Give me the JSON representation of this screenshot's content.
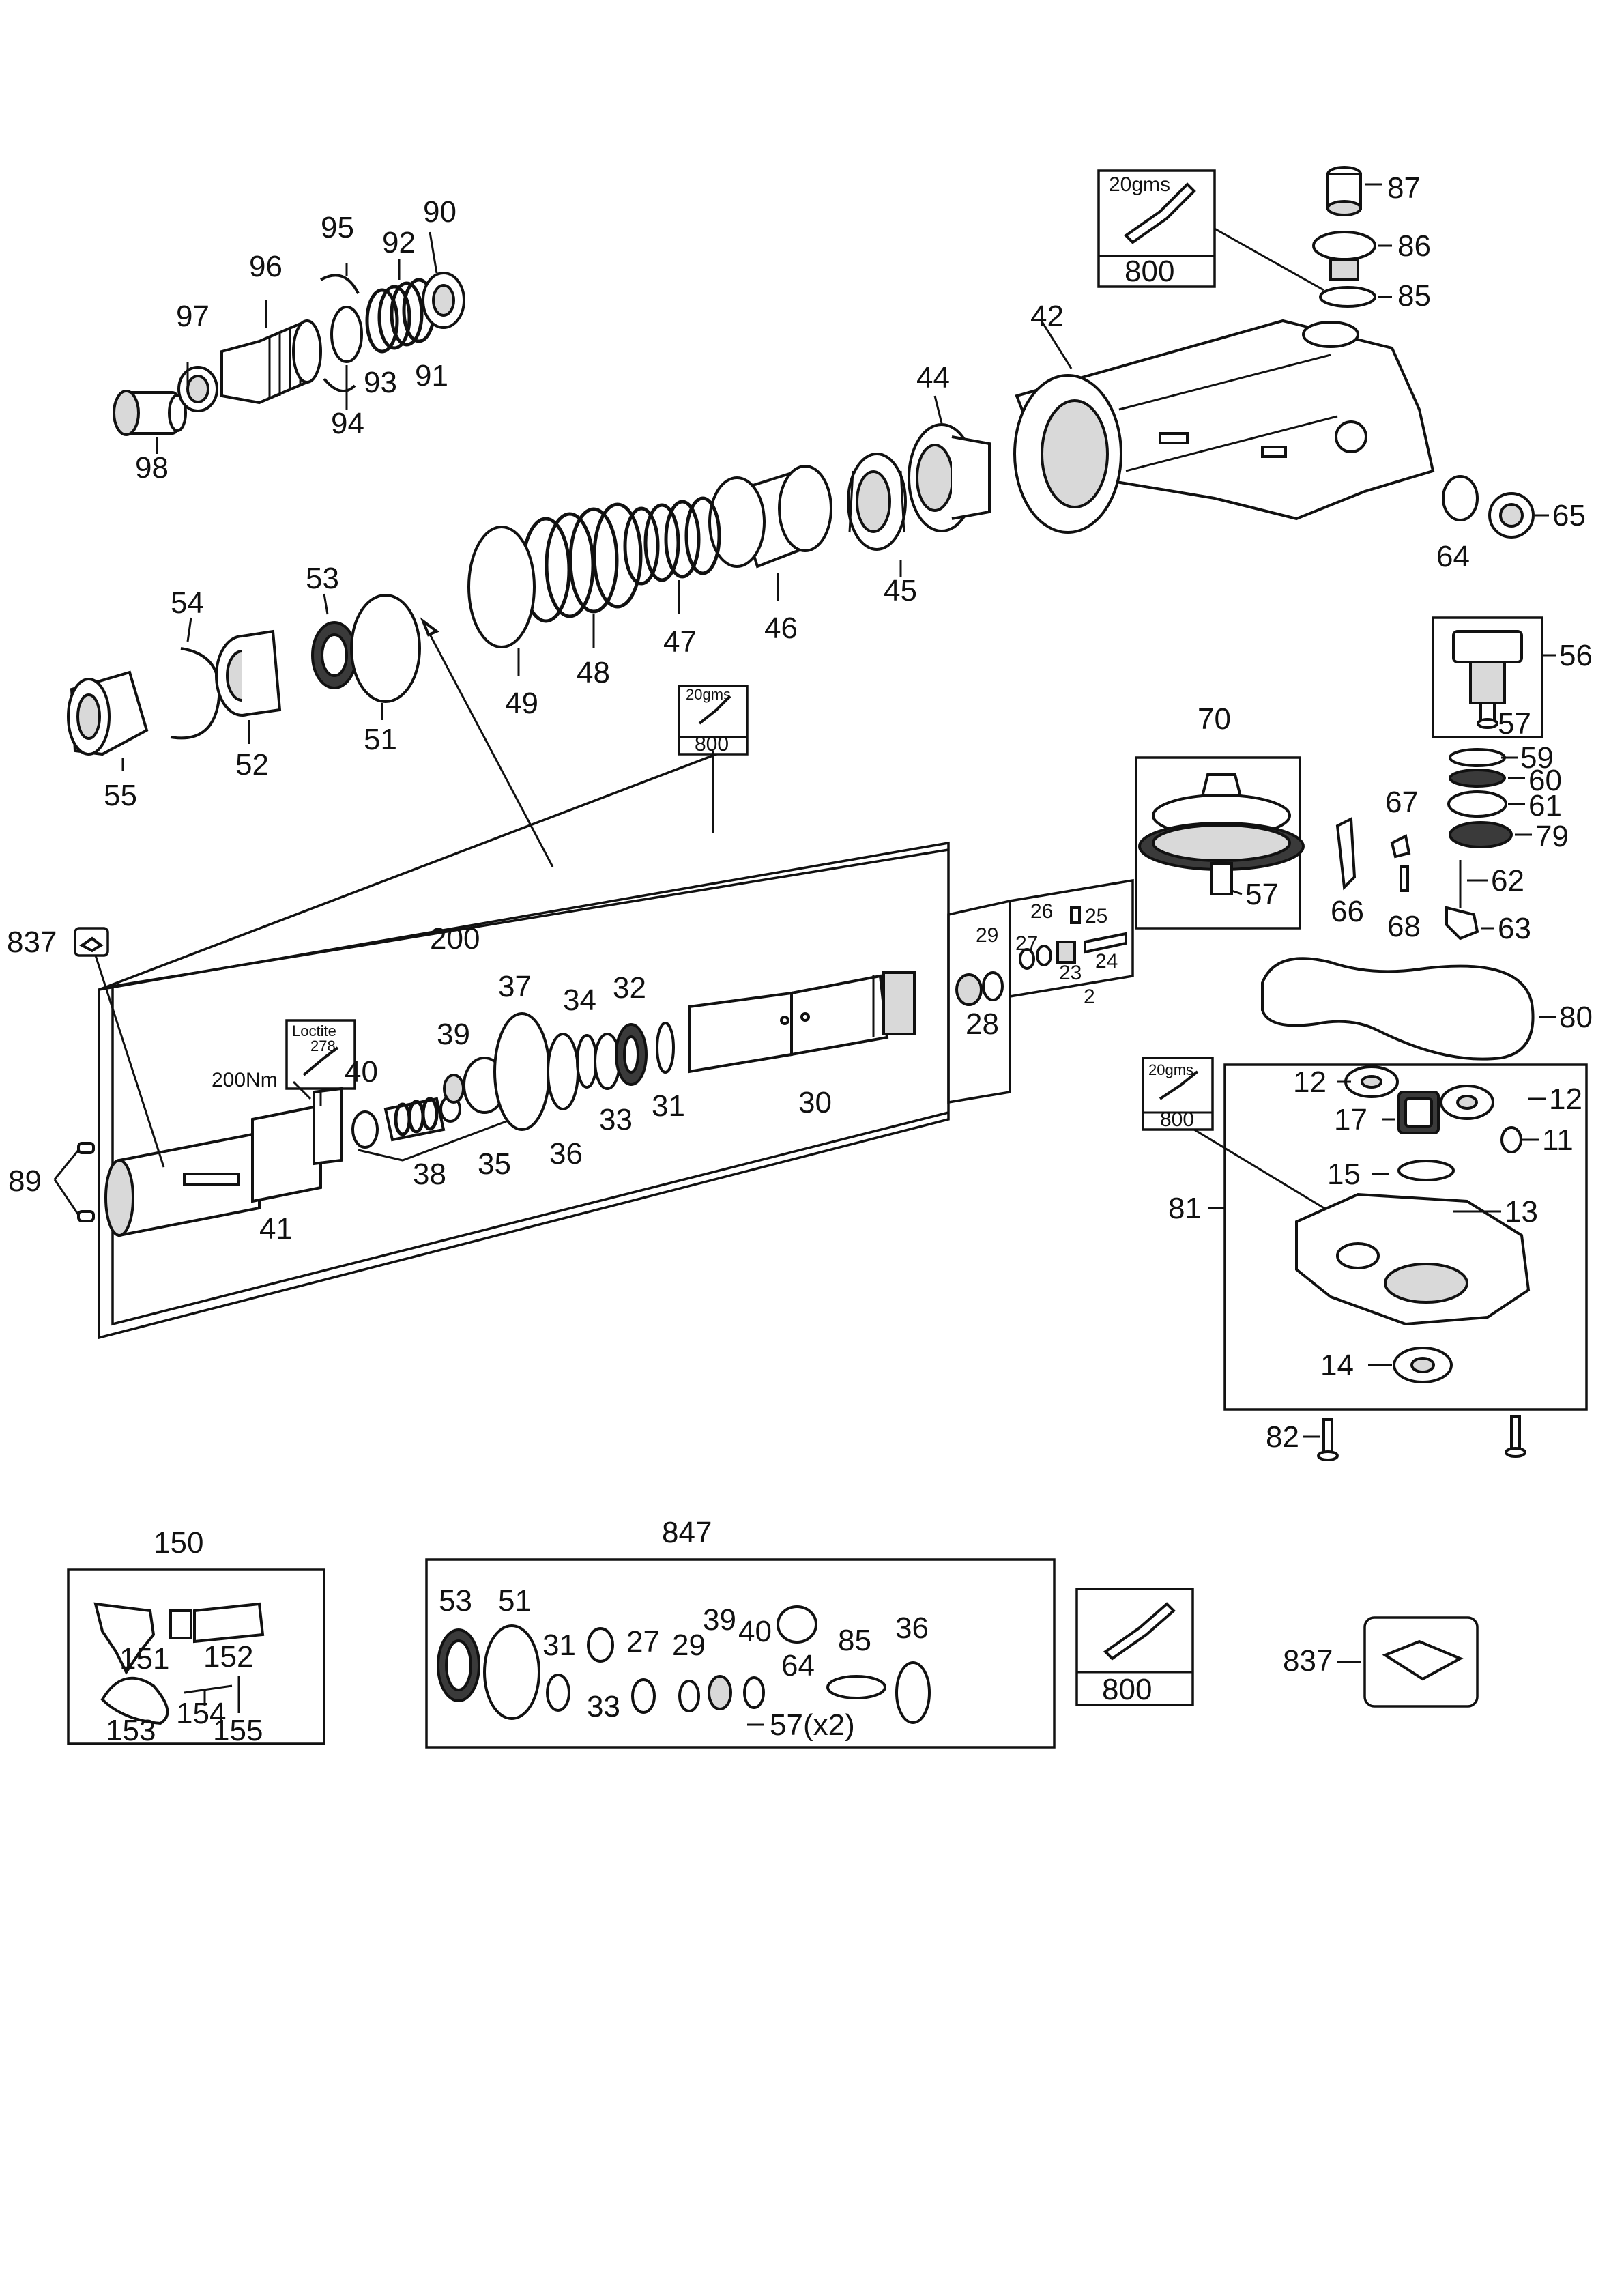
{
  "colors": {
    "ink": "#111111",
    "paper": "#ffffff",
    "metal": "#d9d9d9"
  },
  "grease_kit": {
    "weight": "20gms",
    "part": "800"
  },
  "adhesive": {
    "name": "Loctite",
    "grade": "278",
    "torque": "200Nm"
  },
  "labels": {
    "p2": "2",
    "p11": "11",
    "p12a": "12",
    "p12b": "12",
    "p13": "13",
    "p14": "14",
    "p15": "15",
    "p17": "17",
    "p23": "23",
    "p24": "24",
    "p25": "25",
    "p26": "26",
    "p27": "27",
    "p28": "28",
    "p29": "29",
    "p30": "30",
    "p31": "31",
    "p32": "32",
    "p33": "33",
    "p34": "34",
    "p35": "35",
    "p36": "36",
    "p37": "37",
    "p38": "38",
    "p39": "39",
    "p40": "40",
    "p41": "41",
    "p42": "42",
    "p44": "44",
    "p45": "45",
    "p46": "46",
    "p47": "47",
    "p48": "48",
    "p49": "49",
    "p51": "51",
    "p52": "52",
    "p53": "53",
    "p54": "54",
    "p55": "55",
    "p56": "56",
    "p57a": "57",
    "p57b": "57",
    "p59": "59",
    "p60": "60",
    "p61": "61",
    "p62": "62",
    "p63": "63",
    "p64": "64",
    "p65": "65",
    "p66": "66",
    "p67": "67",
    "p68": "68",
    "p70": "70",
    "p79": "79",
    "p80": "80",
    "p81": "81",
    "p82": "82",
    "p85": "85",
    "p86": "86",
    "p87": "87",
    "p89": "89",
    "p90": "90",
    "p91": "91",
    "p92": "92",
    "p93": "93",
    "p94": "94",
    "p95": "95",
    "p96": "96",
    "p97": "97",
    "p98": "98",
    "p150": "150",
    "p151": "151",
    "p152": "152",
    "p153": "153",
    "p154": "154",
    "p155": "155",
    "p200": "200",
    "p837a": "837",
    "p837b": "837",
    "p847": "847"
  },
  "kit_847": {
    "k53": "53",
    "k51": "51",
    "k31": "31",
    "k33": "33",
    "k27": "27",
    "k29": "29",
    "k39": "39",
    "k40": "40",
    "k64": "64",
    "k85": "85",
    "k36": "36",
    "k57": "57(x2)"
  }
}
